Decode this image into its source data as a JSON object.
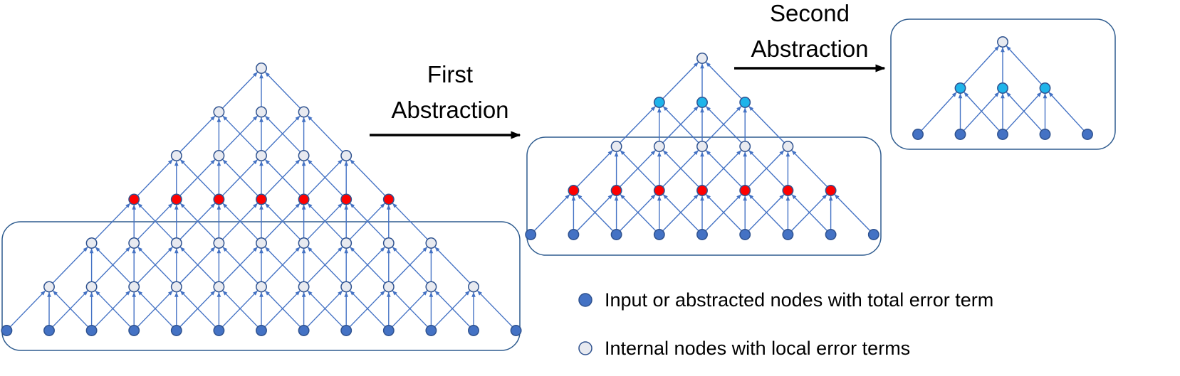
{
  "colors": {
    "edge": "#4472c4",
    "node_stroke": "#2f528f",
    "input": "#4472c4",
    "internal": "#e8eaf0",
    "red": "#ff0000",
    "cyan": "#1fb4ea",
    "box": "#2f5c8f",
    "arrow": "#000000"
  },
  "labels": {
    "first_line1": "First",
    "first_line2": "Abstraction",
    "second_line1": "Second",
    "second_line2": "Abstraction"
  },
  "legend": {
    "items": [
      {
        "kind": "input",
        "text": "Input or abstracted nodes with total error term"
      },
      {
        "kind": "internal",
        "text": "Internal nodes with local error terms"
      }
    ]
  },
  "networks": [
    {
      "name": "original",
      "rows": [
        [
          "internal"
        ],
        [
          "internal",
          "internal",
          "internal"
        ],
        [
          "internal",
          "internal",
          "internal",
          "internal",
          "internal"
        ],
        [
          "red",
          "red",
          "red",
          "red",
          "red",
          "red",
          "red"
        ],
        [
          "internal",
          "internal",
          "internal",
          "internal",
          "internal",
          "internal",
          "internal",
          "internal",
          "internal"
        ],
        [
          "internal",
          "internal",
          "internal",
          "internal",
          "internal",
          "internal",
          "internal",
          "internal",
          "internal",
          "internal",
          "internal"
        ],
        [
          "input",
          "input",
          "input",
          "input",
          "input",
          "input",
          "input",
          "input",
          "input",
          "input",
          "input",
          "input",
          "input"
        ]
      ]
    },
    {
      "name": "first-abstraction",
      "rows": [
        [
          "internal"
        ],
        [
          "cyan",
          "cyan",
          "cyan"
        ],
        [
          "internal",
          "internal",
          "internal",
          "internal",
          "internal"
        ],
        [
          "red",
          "red",
          "red",
          "red",
          "red",
          "red",
          "red"
        ],
        [
          "input",
          "input",
          "input",
          "input",
          "input",
          "input",
          "input",
          "input",
          "input"
        ]
      ]
    },
    {
      "name": "second-abstraction",
      "rows": [
        [
          "internal"
        ],
        [
          "cyan",
          "cyan",
          "cyan"
        ],
        [
          "input",
          "input",
          "input",
          "input",
          "input"
        ]
      ]
    }
  ]
}
